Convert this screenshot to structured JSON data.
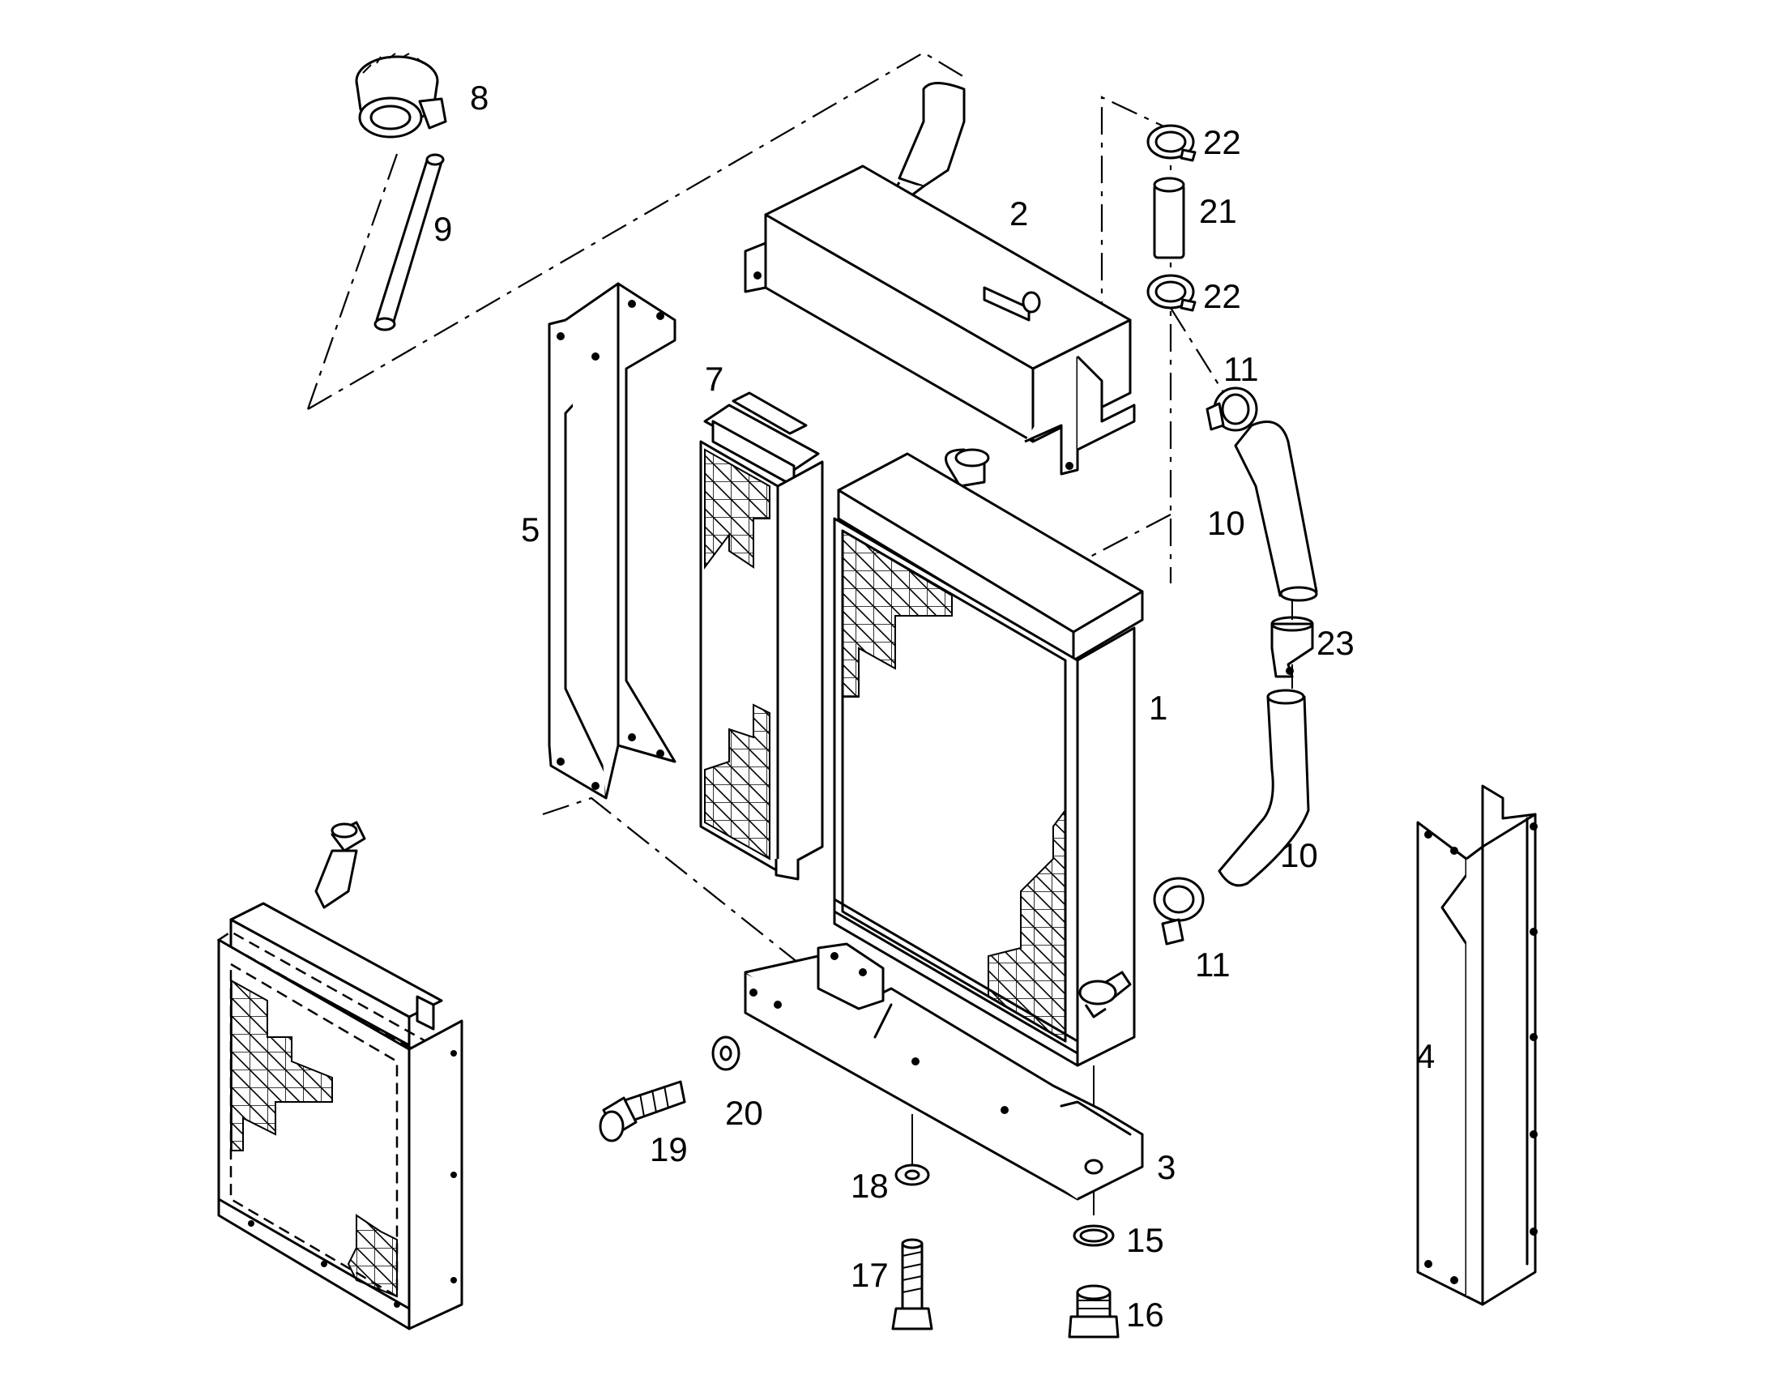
{
  "diagram": {
    "part_labels": [
      {
        "id": "p1",
        "text": "1"
      },
      {
        "id": "p2",
        "text": "2"
      },
      {
        "id": "p3",
        "text": "3"
      },
      {
        "id": "p4",
        "text": "4"
      },
      {
        "id": "p5",
        "text": "5"
      },
      {
        "id": "p7",
        "text": "7"
      },
      {
        "id": "p8",
        "text": "8"
      },
      {
        "id": "p9",
        "text": "9"
      },
      {
        "id": "p10a",
        "text": "10"
      },
      {
        "id": "p10b",
        "text": "10"
      },
      {
        "id": "p11a",
        "text": "11"
      },
      {
        "id": "p11b",
        "text": "11"
      },
      {
        "id": "p15",
        "text": "15"
      },
      {
        "id": "p16",
        "text": "16"
      },
      {
        "id": "p17",
        "text": "17"
      },
      {
        "id": "p18",
        "text": "18"
      },
      {
        "id": "p19",
        "text": "19"
      },
      {
        "id": "p20",
        "text": "20"
      },
      {
        "id": "p21",
        "text": "21"
      },
      {
        "id": "p22a",
        "text": "22"
      },
      {
        "id": "p22b",
        "text": "22"
      },
      {
        "id": "p23",
        "text": "23"
      }
    ]
  }
}
